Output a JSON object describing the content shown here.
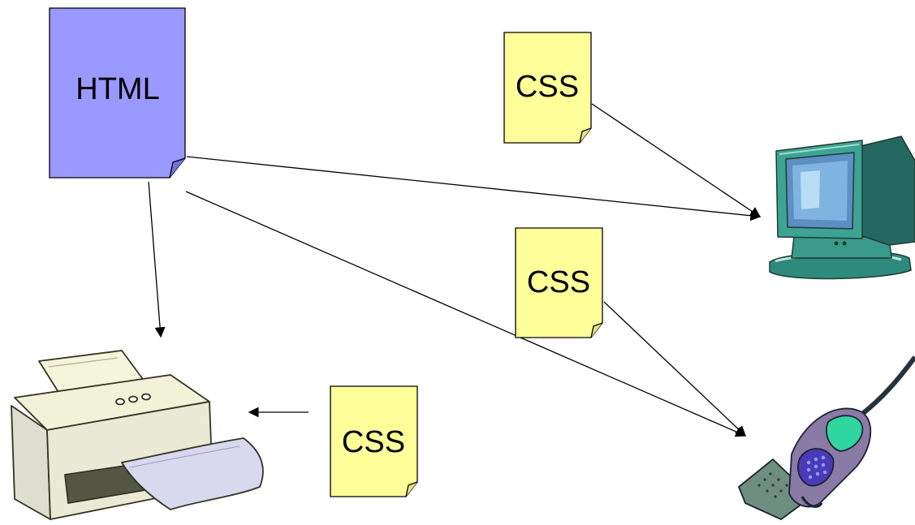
{
  "documents": {
    "html_doc": {
      "label": "HTML",
      "color": "#9999ff"
    },
    "css_top": {
      "label": "CSS",
      "color": "#ffff99"
    },
    "css_middle": {
      "label": "CSS",
      "color": "#ffff99"
    },
    "css_bottom": {
      "label": "CSS",
      "color": "#ffff99"
    }
  },
  "devices": {
    "monitor": {
      "icon": "monitor-icon"
    },
    "printer": {
      "icon": "printer-icon"
    },
    "phone": {
      "icon": "mobile-phone-icon"
    }
  },
  "connections": [
    {
      "from": "HTML",
      "to": "monitor"
    },
    {
      "from": "HTML",
      "to": "phone"
    },
    {
      "from": "HTML",
      "to": "printer"
    },
    {
      "from": "CSS (top)",
      "to": "monitor"
    },
    {
      "from": "CSS (middle)",
      "to": "phone"
    },
    {
      "from": "CSS (bottom)",
      "to": "printer"
    }
  ]
}
